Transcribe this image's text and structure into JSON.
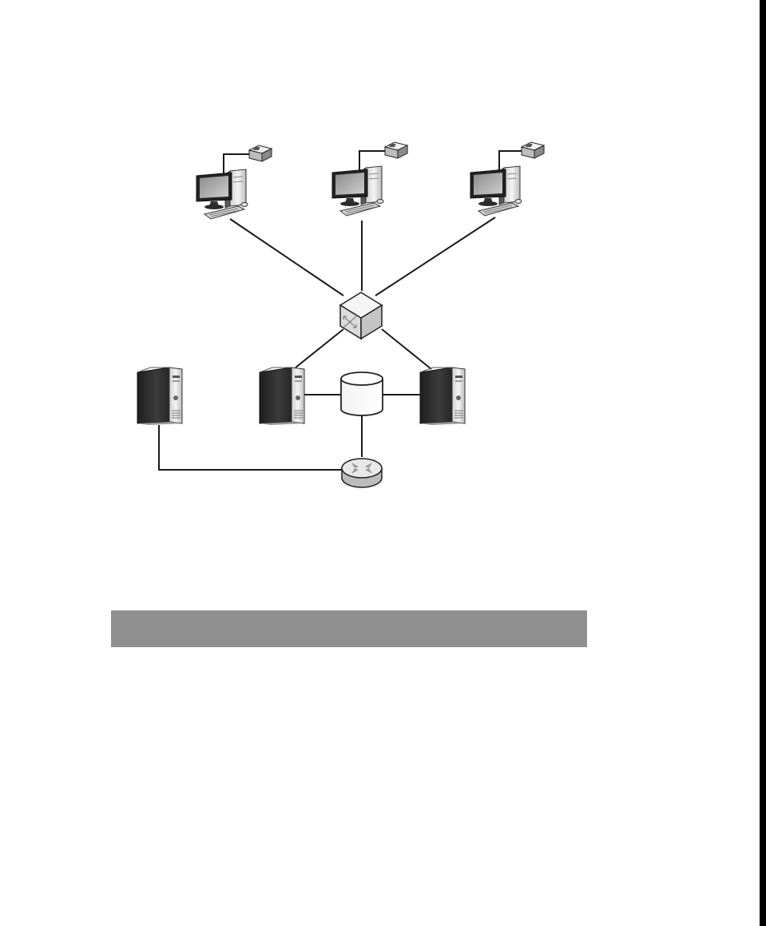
{
  "diagram": {
    "nodes": [
      {
        "id": "workstation-1",
        "type": "desktop-computer-icon"
      },
      {
        "id": "workstation-2",
        "type": "desktop-computer-icon"
      },
      {
        "id": "workstation-3",
        "type": "desktop-computer-icon"
      },
      {
        "id": "peripheral-1",
        "type": "peripheral-device-icon"
      },
      {
        "id": "peripheral-2",
        "type": "peripheral-device-icon"
      },
      {
        "id": "peripheral-3",
        "type": "peripheral-device-icon"
      },
      {
        "id": "switch",
        "type": "network-switch-icon"
      },
      {
        "id": "server-standalone",
        "type": "tower-server-icon"
      },
      {
        "id": "server-left",
        "type": "tower-server-icon"
      },
      {
        "id": "server-right",
        "type": "tower-server-icon"
      },
      {
        "id": "storage",
        "type": "database-cylinder-icon"
      },
      {
        "id": "router",
        "type": "router-icon"
      }
    ],
    "edges": [
      [
        "peripheral-1",
        "workstation-1"
      ],
      [
        "peripheral-2",
        "workstation-2"
      ],
      [
        "peripheral-3",
        "workstation-3"
      ],
      [
        "workstation-1",
        "switch"
      ],
      [
        "workstation-2",
        "switch"
      ],
      [
        "workstation-3",
        "switch"
      ],
      [
        "switch",
        "server-left"
      ],
      [
        "switch",
        "server-right"
      ],
      [
        "server-left",
        "storage"
      ],
      [
        "storage",
        "server-right"
      ],
      [
        "storage",
        "router"
      ],
      [
        "server-standalone",
        "router"
      ]
    ]
  },
  "colors": {
    "right_edge": "#000000",
    "caption_bar": "#8f8f8f",
    "line": "#1a1a1a",
    "device_dark": "#2e2e2e",
    "device_light": "#e6e6e6"
  }
}
